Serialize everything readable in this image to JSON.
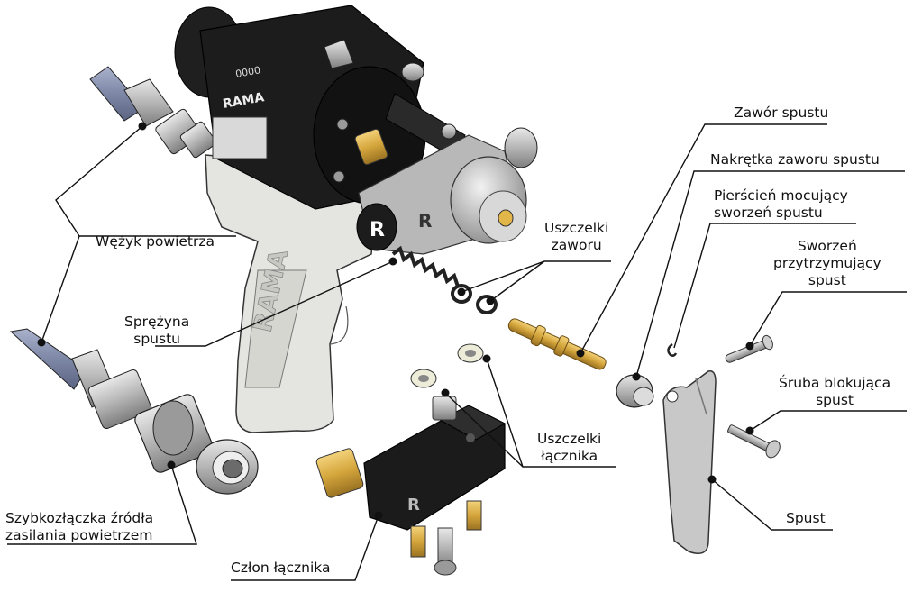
{
  "colors": {
    "body_black": "#1c1c1c",
    "handle_grey": "#e3e3df",
    "metal": "#b9b9b9",
    "brass": "#d4a53c",
    "hose": "#7f88a8",
    "line": "#111111"
  },
  "labels": {
    "waz_powietrza": "Wężyk powietrza",
    "sprezyna_1": "Sprężyna",
    "sprezyna_2": "spustu",
    "szybkozlaczka_1": "Szybkozłączka źródła",
    "szybkozlaczka_2": "zasilania powietrzem",
    "czlon_lacznika": "Człon łącznika",
    "uszczelki_zaworu_1": "Uszczelki",
    "uszczelki_zaworu_2": "zaworu",
    "uszczelki_lacznika_1": "Uszczelki",
    "uszczelki_lacznika_2": "łącznika",
    "zawor_spustu": "Zawór spustu",
    "nakretka_zaworu": "Nakrętka zaworu spustu",
    "pierscien_1": "Pierścień mocujący",
    "pierscien_2": "sworzeń spustu",
    "sworzen_1": "Sworzeń",
    "sworzen_2": "przytrzymujący",
    "sworzen_3": "spust",
    "sruba_1": "Śruba blokująca",
    "sruba_2": "spust",
    "spust": "Spust"
  },
  "markings": {
    "brand": "RAMA",
    "code": "0000",
    "side_letter_1": "R",
    "side_letter_2": "R",
    "block_letter": "R"
  }
}
